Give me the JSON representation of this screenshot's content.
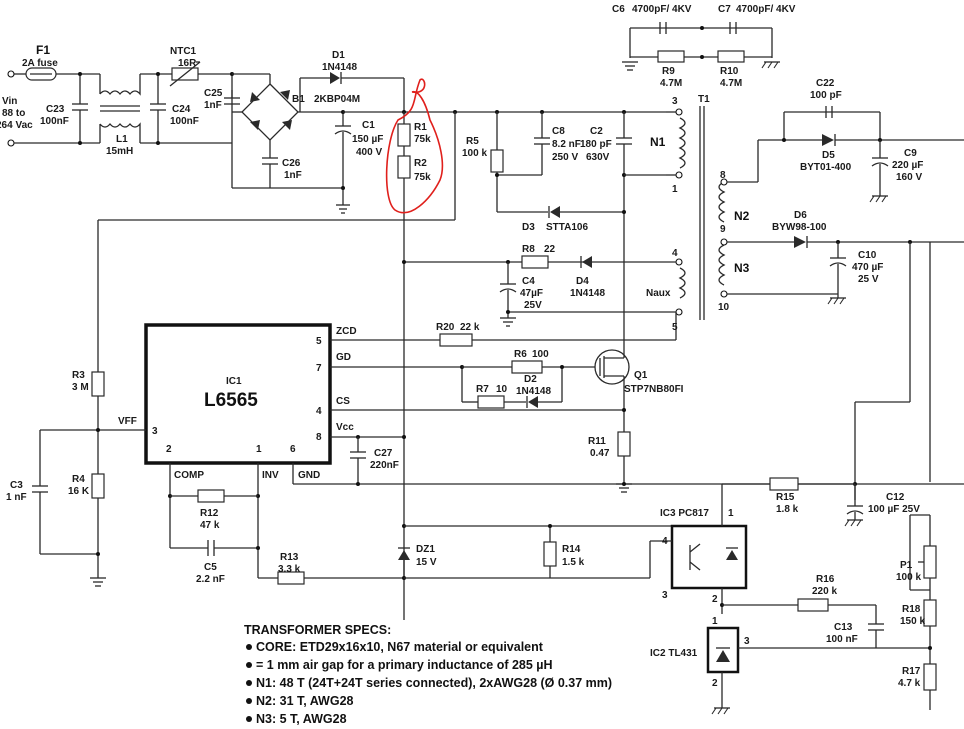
{
  "components": {
    "F1": {
      "name": "F1",
      "value": "2A fuse"
    },
    "vin": {
      "line1": "Vin",
      "line2": "88 to",
      "line3": "264 Vac"
    },
    "C23": {
      "name": "C23",
      "value": "100nF"
    },
    "L1": {
      "name": "L1",
      "value": "15mH"
    },
    "C24": {
      "name": "C24",
      "value": "100nF"
    },
    "NTC1": {
      "name": "NTC1",
      "value": "16R"
    },
    "C25": {
      "name": "C25",
      "value": "1nF"
    },
    "B1": {
      "name": "B1",
      "value": "2KBP04M"
    },
    "D1": {
      "name": "D1",
      "value": "1N4148"
    },
    "C26": {
      "name": "C26",
      "value": "1nF"
    },
    "C1": {
      "name": "C1",
      "value1": "150 µF",
      "value2": "400 V"
    },
    "R1": {
      "name": "R1",
      "value": "75k"
    },
    "R2": {
      "name": "R2",
      "value": "75k"
    },
    "R5": {
      "name": "R5",
      "value": "100 k"
    },
    "C8": {
      "name": "C8",
      "value1": "8.2 nF",
      "value2": "250 V"
    },
    "C2": {
      "name": "C2",
      "value1": "180 pF",
      "value2": "630V"
    },
    "D3": {
      "name": "D3",
      "value": "STTA106"
    },
    "C6": {
      "name": "C6",
      "value": "4700pF/ 4KV"
    },
    "C7": {
      "name": "C7",
      "value": "4700pF/ 4KV"
    },
    "R9": {
      "name": "R9",
      "value": "4.7M"
    },
    "R10": {
      "name": "R10",
      "value": "4.7M"
    },
    "T1": {
      "name": "T1"
    },
    "N1": {
      "name": "N1"
    },
    "N2": {
      "name": "N2"
    },
    "N3": {
      "name": "N3"
    },
    "Naux": {
      "name": "Naux"
    },
    "C22": {
      "name": "C22",
      "value": "100 pF"
    },
    "D5": {
      "name": "D5",
      "value": "BYT01-400"
    },
    "C9": {
      "name": "C9",
      "value1": "220 µF",
      "value2": "160 V"
    },
    "D6": {
      "name": "D6",
      "value": "BYW98-100"
    },
    "C10": {
      "name": "C10",
      "value1": "470 µF",
      "value2": "25 V"
    },
    "R8": {
      "name": "R8",
      "value": "22"
    },
    "C4": {
      "name": "C4",
      "value1": "47µF",
      "value2": "25V"
    },
    "D4": {
      "name": "D4",
      "value": "1N4148"
    },
    "R20": {
      "name": "R20",
      "value": "22 k"
    },
    "R6": {
      "name": "R6",
      "value": "100"
    },
    "D2": {
      "name": "D2",
      "value": "1N4148"
    },
    "R7": {
      "name": "R7",
      "value": "10"
    },
    "Q1": {
      "name": "Q1",
      "value": "STP7NB80FI"
    },
    "R11": {
      "name": "R11",
      "value": "0.47"
    },
    "C27": {
      "name": "C27",
      "value": "220nF"
    },
    "R3": {
      "name": "R3",
      "value": "3 M"
    },
    "R4": {
      "name": "R4",
      "value": "16 K"
    },
    "C3": {
      "name": "C3",
      "value": "1 nF"
    },
    "R12": {
      "name": "R12",
      "value": "47 k"
    },
    "C5": {
      "name": "C5",
      "value": "2.2 nF"
    },
    "R13": {
      "name": "R13",
      "value": "3.3 k"
    },
    "DZ1": {
      "name": "DZ1",
      "value": "15 V"
    },
    "R14": {
      "name": "R14",
      "value": "1.5 k"
    },
    "IC3": {
      "name": "IC3 PC817"
    },
    "R15": {
      "name": "R15",
      "value": "1.8 k"
    },
    "C12": {
      "name": "C12",
      "value": "100 µF 25V"
    },
    "P1": {
      "name": "P1",
      "value": "100 k"
    },
    "R18": {
      "name": "R18",
      "value": "150 k"
    },
    "R16": {
      "name": "R16",
      "value": "220 k"
    },
    "C13": {
      "name": "C13",
      "value": "100 nF"
    },
    "IC2": {
      "name": "IC2 TL431"
    },
    "R17": {
      "name": "R17",
      "value": "4.7 k"
    }
  },
  "ic1": {
    "name": "IC1",
    "part": "L6565",
    "pins": {
      "zcd": "ZCD",
      "gd": "GD",
      "cs": "CS",
      "vcc": "Vcc",
      "vff": "VFF",
      "comp": "COMP",
      "inv": "INV",
      "gnd": "GND"
    },
    "pin_numbers": {
      "zcd": "5",
      "gd": "7",
      "cs": "4",
      "vcc": "8",
      "vff": "3",
      "comp": "2",
      "inv": "1",
      "gnd": "6"
    }
  },
  "transformer_pins": {
    "p3": "3",
    "p1": "1",
    "p8": "8",
    "p9": "9",
    "p10": "10",
    "p4": "4",
    "p5": "5"
  },
  "ic3_pins": {
    "p1": "1",
    "p2": "2",
    "p3": "3",
    "p4": "4"
  },
  "ic2_pins": {
    "p1": "1",
    "p2": "2",
    "p3": "3"
  },
  "transformer_specs": {
    "heading": "TRANSFORMER SPECS:",
    "items": [
      "CORE:  ETD29x16x10, N67 material or equivalent",
      "= 1 mm air gap for a primary inductance of 285 µH",
      "N1: 48 T (24T+24T series connected), 2xAWG28 (Ø 0.37 mm)",
      "N2: 31 T, AWG28",
      "N3: 5 T, AWG28"
    ]
  },
  "colors": {
    "wire": "#2a2a2a",
    "annotation": "#e0201c",
    "background": "#ffffff"
  }
}
